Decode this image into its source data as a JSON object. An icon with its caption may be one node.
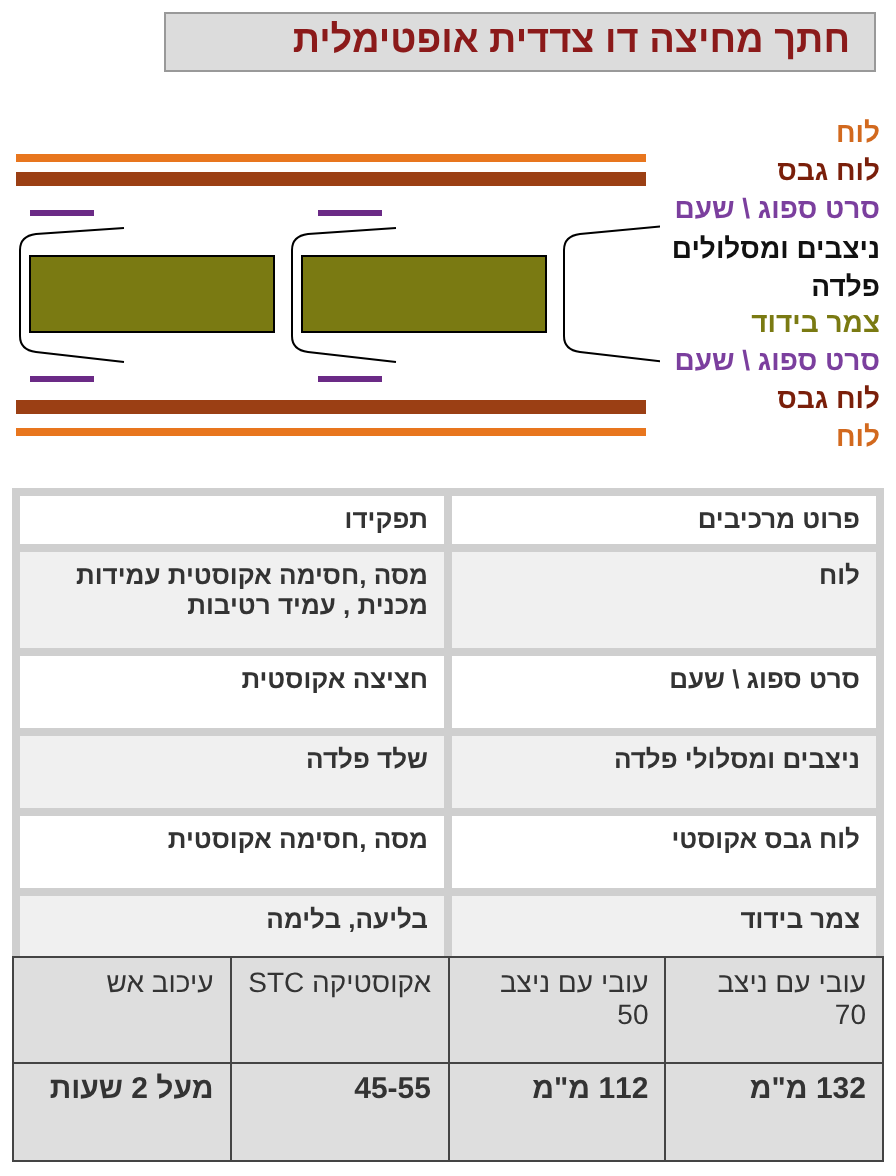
{
  "diagram": {
    "title": "חתך מחיצה דו צדדית אופטימלית",
    "labels": [
      "לוח",
      "לוח גבס",
      "סרט ספוג \\ שעם",
      "ניצבים ומסלולים  פלדה",
      "צמר בידוד",
      "סרט ספוג \\ שעם",
      "לוח גבס",
      "לוח",
      "פרוט מרכיבים",
      "תפקידו",
      "לוח",
      "מסה ,חסימה אקוסטית עמידות מכנית , עמיד רטיבות",
      "סרט ספוג \\ שעם",
      "חציצה אקוסטית",
      "ניצבים  ומסלולי פלדה",
      "שלד פלדה",
      "לוח גבס אקוסטי",
      "מסה ,חסימה אקוסטית",
      "צמר בידוד",
      "בליעה, בלימה",
      "עובי עם ניצב 70",
      "עובי עם ניצב 50",
      "אקוסטיקה STC",
      "עיכוב אש",
      "132 מ\"מ",
      "112 מ\"מ",
      "45-55",
      "מעל 2 שעות"
    ]
  }
}
